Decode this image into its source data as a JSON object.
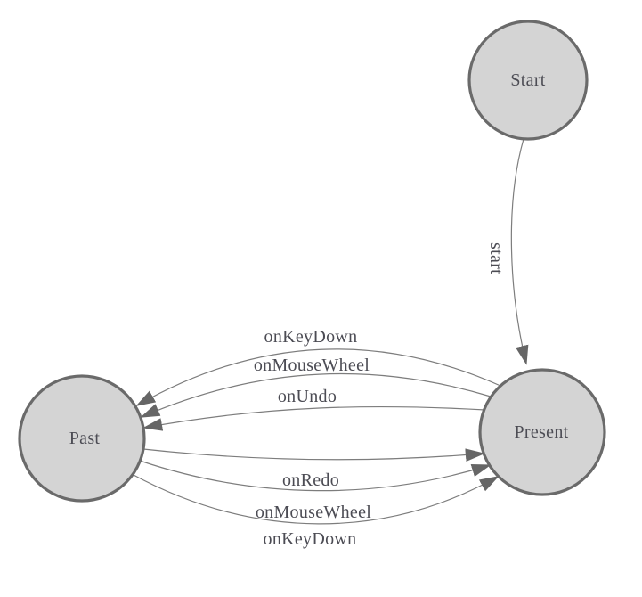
{
  "diagram": {
    "type": "state-machine",
    "nodes": {
      "start": {
        "label": "Start"
      },
      "present": {
        "label": "Present"
      },
      "past": {
        "label": "Past"
      }
    },
    "edges": {
      "start_transition": {
        "label": "start",
        "from": "Start",
        "to": "Present"
      },
      "present_to_past": [
        {
          "label": "onKeyDown"
        },
        {
          "label": "onMouseWheel"
        },
        {
          "label": "onUndo"
        }
      ],
      "past_to_present": [
        {
          "label": "onRedo"
        },
        {
          "label": "onMouseWheel"
        },
        {
          "label": "onKeyDown"
        }
      ]
    },
    "colors": {
      "node_fill": "#d4d4d4",
      "node_stroke": "#6a6a6a",
      "edge_stroke": "#7d7d7d",
      "arrow_fill": "#666666",
      "text": "#4c4c54",
      "background": "#ffffff"
    }
  }
}
